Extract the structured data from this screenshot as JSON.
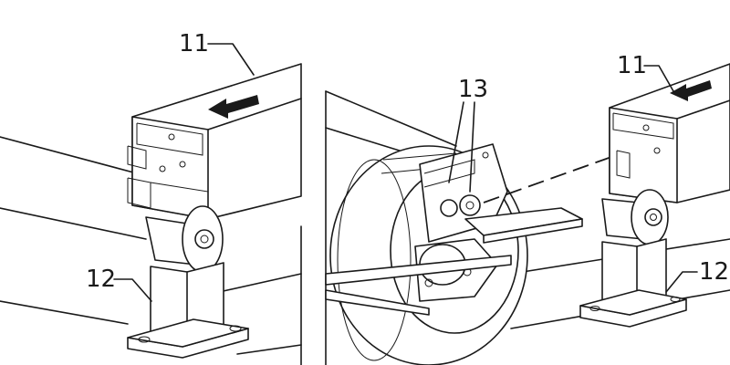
{
  "callouts": [
    {
      "id": "left-11",
      "label": "11"
    },
    {
      "id": "left-12",
      "label": "12"
    },
    {
      "id": "mid-13",
      "label": "13"
    },
    {
      "id": "right-11",
      "label": "11"
    },
    {
      "id": "right-12",
      "label": "12"
    }
  ],
  "colors": {
    "line": "#1a1a1a",
    "background": "#ffffff",
    "fill_grey": "#e9e9e9"
  }
}
